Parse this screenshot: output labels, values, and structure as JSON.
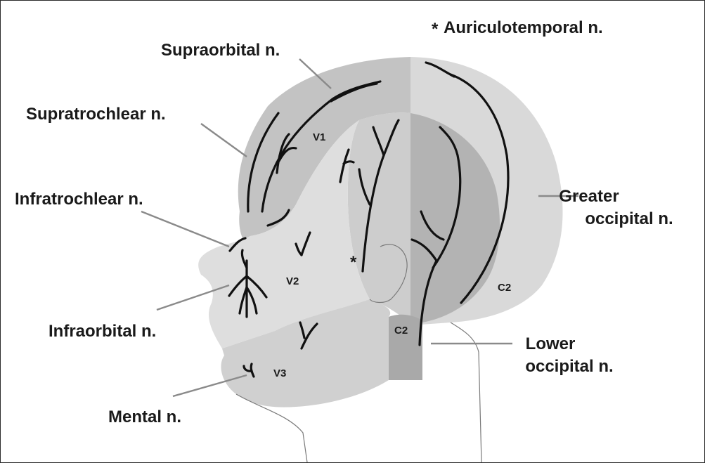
{
  "legend": {
    "symbol": "*",
    "text": "Auriculotemporal n."
  },
  "asterisk_marker": "*",
  "nerve_labels": {
    "supraorbital": "Supraorbital n.",
    "supratrochlear": "Supratrochlear n.",
    "infratrochlear": "Infratrochlear n.",
    "infraorbital": "Infraorbital n.",
    "mental": "Mental n.",
    "greater_occipital_line1": "Greater",
    "greater_occipital_line2": "occipital n.",
    "lower_occipital_line1": "Lower",
    "lower_occipital_line2": "occipital n."
  },
  "zones": {
    "v1": "V1",
    "v2": "V2",
    "v3": "V3",
    "c2_upper": "C2",
    "c2_lower": "C2"
  },
  "colors": {
    "v1_zone": "#c3c3c3",
    "v2_zone": "#dedede",
    "v3_zone": "#d0d0d0",
    "auriculotemporal_zone": "#cdcdcd",
    "occipital_outer_zone": "#d9d9d9",
    "occipital_inner_zone": "#b3b3b3",
    "neck_c2_zone": "#a9a9a9",
    "nerve_lines": "#111111",
    "leader_lines": "#8a8a8a"
  }
}
